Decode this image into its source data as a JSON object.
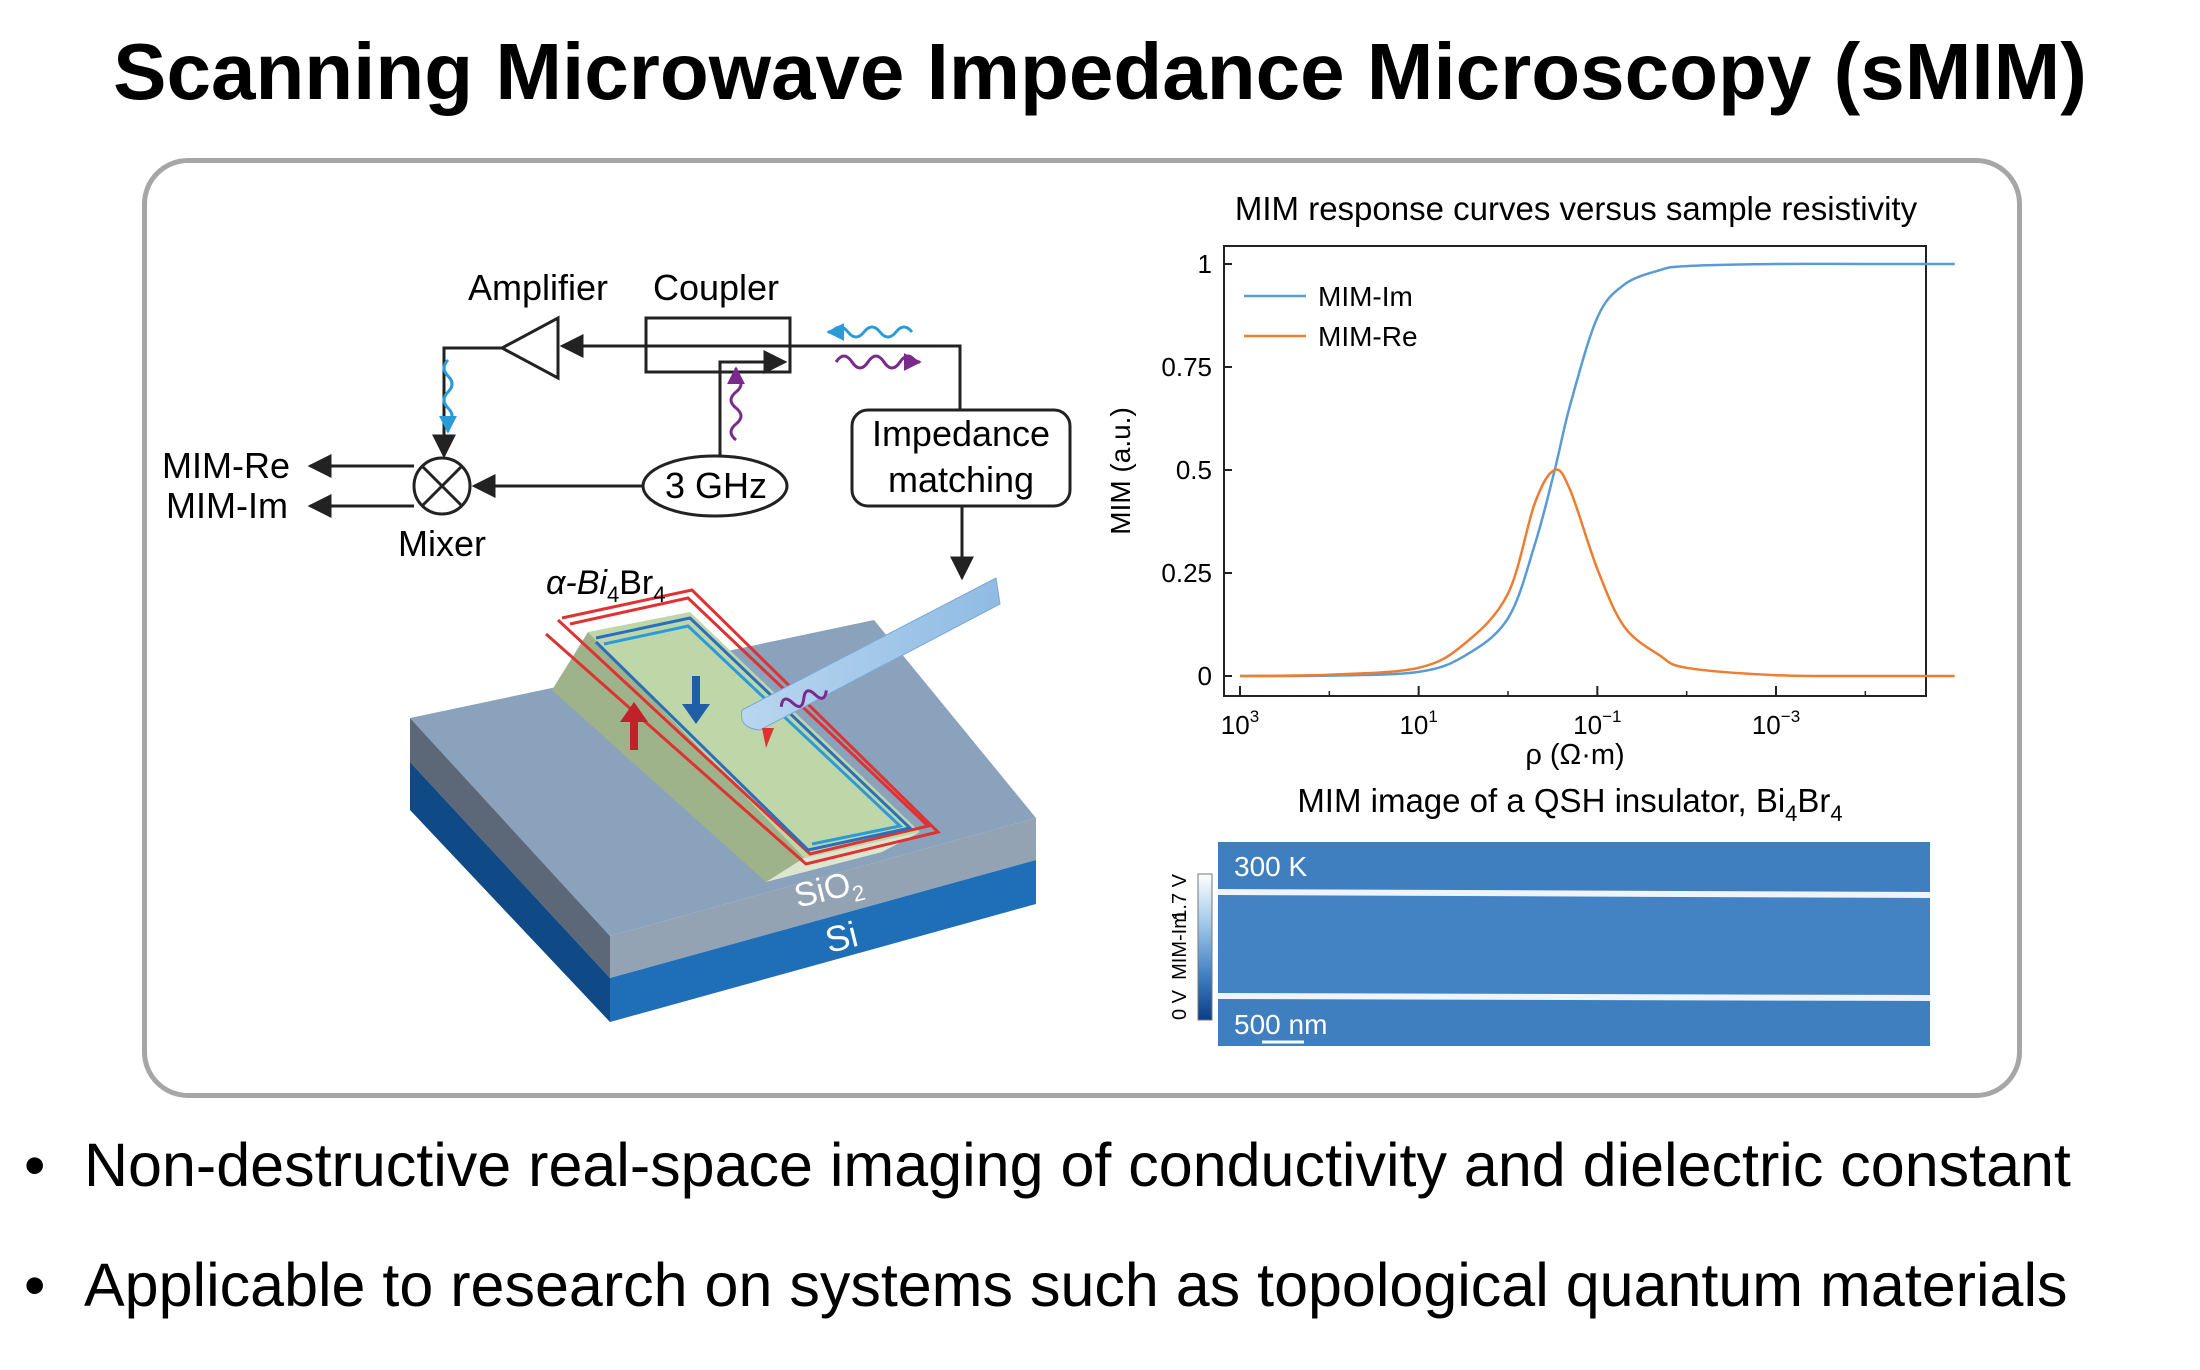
{
  "title": "Scanning Microwave Impedance Microscopy (sMIM)",
  "schematic": {
    "amplifier": "Amplifier",
    "coupler": "Coupler",
    "mim_re": "MIM-Re",
    "mim_im": "MIM-Im",
    "mixer": "Mixer",
    "source": "3 GHz",
    "impedance_line1": "Impedance",
    "impedance_line2": "matching",
    "sample_prefix": "α-Bi",
    "sample_sub1": "4",
    "sample_mid": "Br",
    "sample_sub2": "4",
    "sio2_base": "SiO",
    "sio2_sub": "2",
    "si": "Si"
  },
  "chart_data": {
    "type": "line",
    "title": "MIM response curves versus sample resistivity",
    "xlabel": "ρ (Ω·m)",
    "ylabel": "MIM (a.u.)",
    "xscale": "log",
    "x_ticks": [
      "10^3",
      "10^1",
      "10^-1",
      "10^-3"
    ],
    "y_ticks": [
      "0",
      "0.25",
      "0.5",
      "0.75",
      "1"
    ],
    "ylim": [
      0,
      1
    ],
    "legend": "top-left",
    "series": [
      {
        "name": "MIM-Im",
        "color": "#5b9bd5",
        "x": [
          1000,
          100,
          10,
          3,
          1,
          0.5,
          0.3,
          0.2,
          0.1,
          0.05,
          0.02,
          0.01,
          0.001,
          0.0001,
          1e-05
        ],
        "y": [
          0,
          0.001,
          0.01,
          0.05,
          0.14,
          0.32,
          0.5,
          0.66,
          0.87,
          0.95,
          0.985,
          0.995,
          1,
          1,
          1
        ]
      },
      {
        "name": "MIM-Re",
        "color": "#ed7d31",
        "x": [
          1000,
          100,
          10,
          3,
          1,
          0.5,
          0.3,
          0.2,
          0.1,
          0.05,
          0.02,
          0.01,
          0.001,
          0.0001,
          1e-05
        ],
        "y": [
          0,
          0.003,
          0.02,
          0.08,
          0.2,
          0.42,
          0.5,
          0.45,
          0.26,
          0.12,
          0.05,
          0.02,
          0.002,
          0,
          0
        ]
      }
    ]
  },
  "mim_image": {
    "title_prefix": "MIM image of a QSH insulator, Bi",
    "title_sub1": "4",
    "title_mid": "Br",
    "title_sub2": "4",
    "temperature": "300 K",
    "scale_bar": "500 nm",
    "colorbar_label": "MIM-Im",
    "colorbar_max": "1.7 V",
    "colorbar_min": "0 V",
    "colors": {
      "map": "#3f7fbf",
      "edge": "#eef4fa",
      "bar_top": "#ffffff",
      "bar_bottom": "#0b3c8a"
    }
  },
  "bullets": [
    "Non-destructive real-space imaging of conductivity and dielectric constant",
    "Applicable to research on systems such as topological quantum materials"
  ]
}
